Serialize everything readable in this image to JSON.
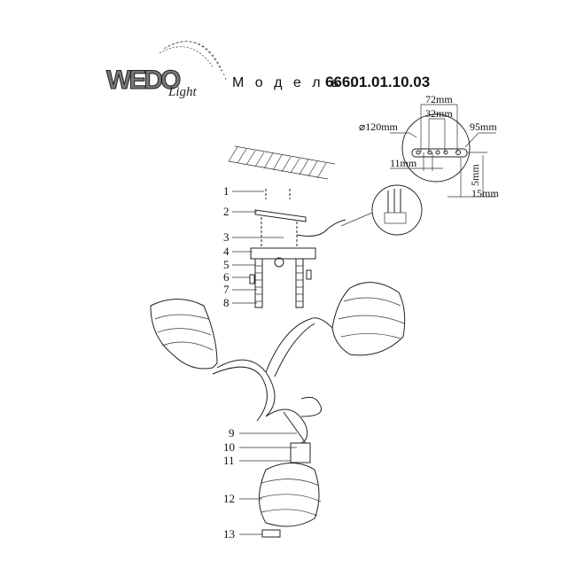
{
  "header": {
    "brand": "WEDO Light",
    "model_label": "М о д е л ь :",
    "model_number": "66601.01.10.03"
  },
  "dimensions": {
    "d72": "72mm",
    "d32": "32mm",
    "diameter": "⌀120mm",
    "d95": "95mm",
    "d11": "11mm",
    "d5": "5mm",
    "d15": "15mm"
  },
  "parts": [
    "1",
    "2",
    "3",
    "4",
    "5",
    "6",
    "7",
    "8",
    "9",
    "10",
    "11",
    "12",
    "13"
  ]
}
